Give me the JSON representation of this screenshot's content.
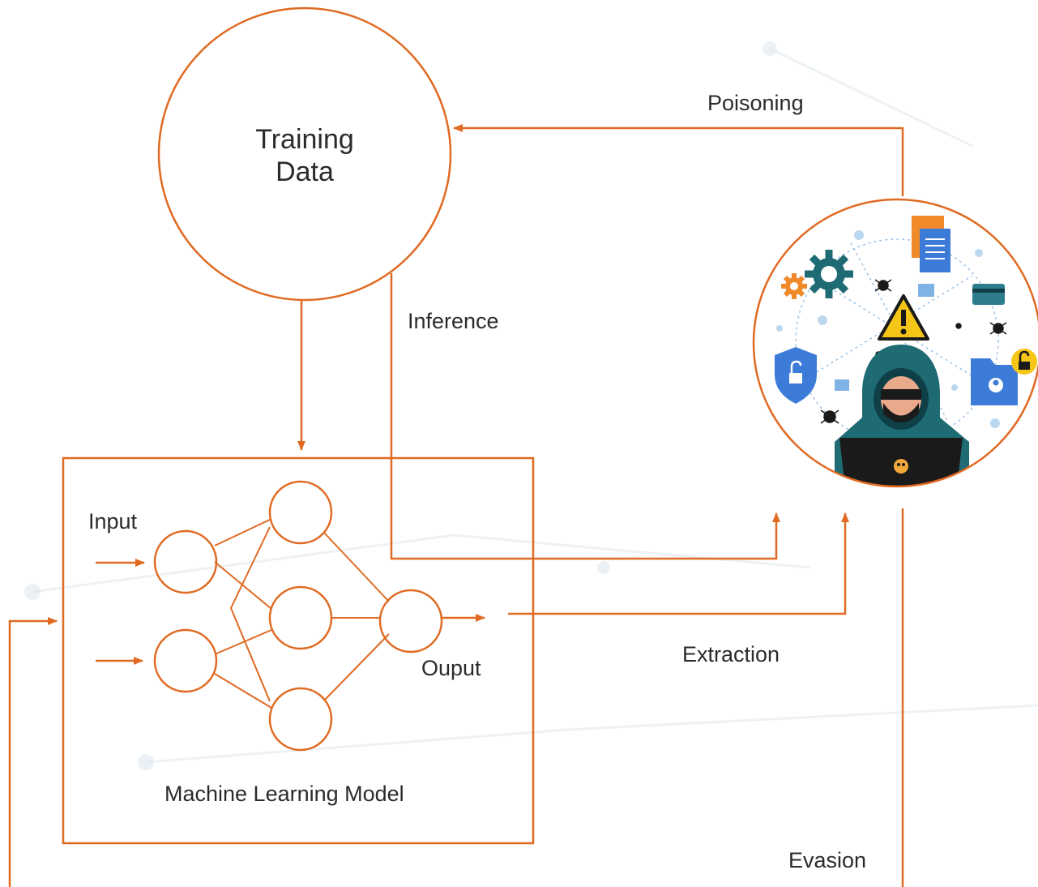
{
  "colors": {
    "accent": "#e06a22",
    "text": "#2b2b2b",
    "hood": "#1f6b73",
    "laptop": "#1a1a1a",
    "skull": "#f0a83a",
    "shield": "#3d7bd8",
    "warning": "#f5c518",
    "gear_dark": "#1f6b73",
    "gear_orange": "#f08a2a"
  },
  "training_data": {
    "line1": "Training",
    "line2": "Data"
  },
  "labels": {
    "poisoning": "Poisoning",
    "inference": "Inference",
    "extraction": "Extraction",
    "evasion": "Evasion",
    "input": "Input",
    "output": "Ouput",
    "model": "Machine Learning Model"
  },
  "icons": {
    "attacker": "hooded-hacker-with-laptop-icon",
    "gear": "gear-icon",
    "documents": "documents-icon",
    "warning": "warning-triangle-icon",
    "shield": "shield-lock-icon",
    "folder": "user-folder-icon",
    "padlock": "padlock-icon",
    "bug": "bug-icon",
    "card": "credit-card-icon",
    "image": "image-icon"
  }
}
